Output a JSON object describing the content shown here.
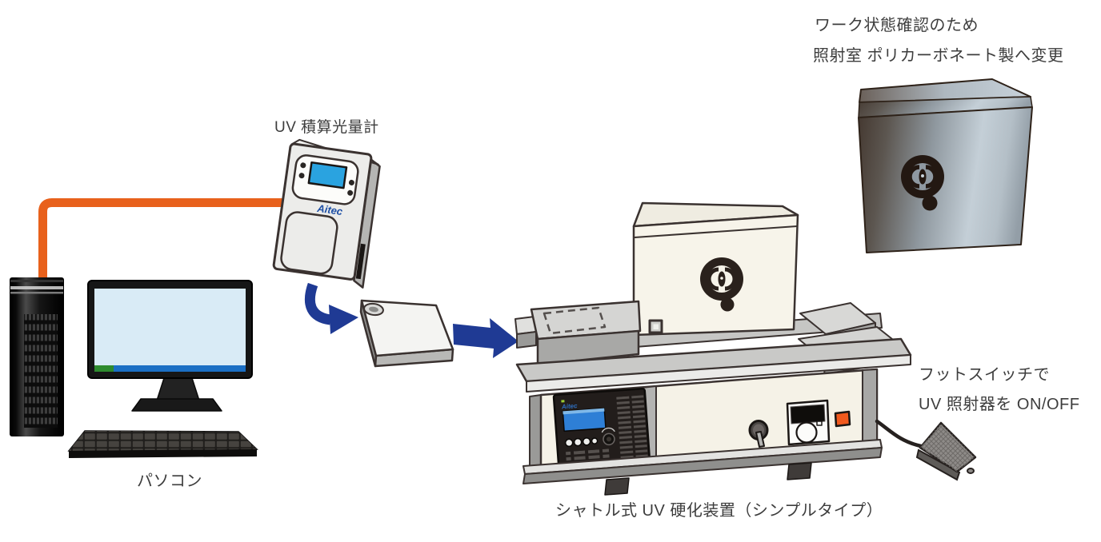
{
  "labels": {
    "uv_meter": "UV 積算光量計",
    "pc": "パソコン",
    "machine": "シャトル式 UV 硬化装置（シンプルタイプ）",
    "note": {
      "line1": "ワーク状態確認のため",
      "line2": "照射室 ポリカーボネート製へ変更"
    },
    "footswitch": {
      "line1": "フットスイッチで",
      "line2": "UV 照射器を ON/OFF"
    }
  },
  "branding": {
    "meter_logo": "Aitec",
    "controller_logo": "Aitec"
  },
  "colors": {
    "cable_orange": "#E8611C",
    "arrow_blue": "#1F3A94",
    "lcd_blue": "#2AA3E0",
    "controller_lcd_blue": "#2E7FD6",
    "orange_button": "#F1591D",
    "monitor_screen": "#D9EBF6",
    "taskbar_blue": "#1B6FC4",
    "taskbar_green": "#2E8B2E",
    "machine_cream": "#F5F2E7",
    "machine_gray": "#C9C9C7",
    "outline_dark": "#3A3230",
    "logo_dark": "#2A211C",
    "text": "#3D3D3D"
  }
}
